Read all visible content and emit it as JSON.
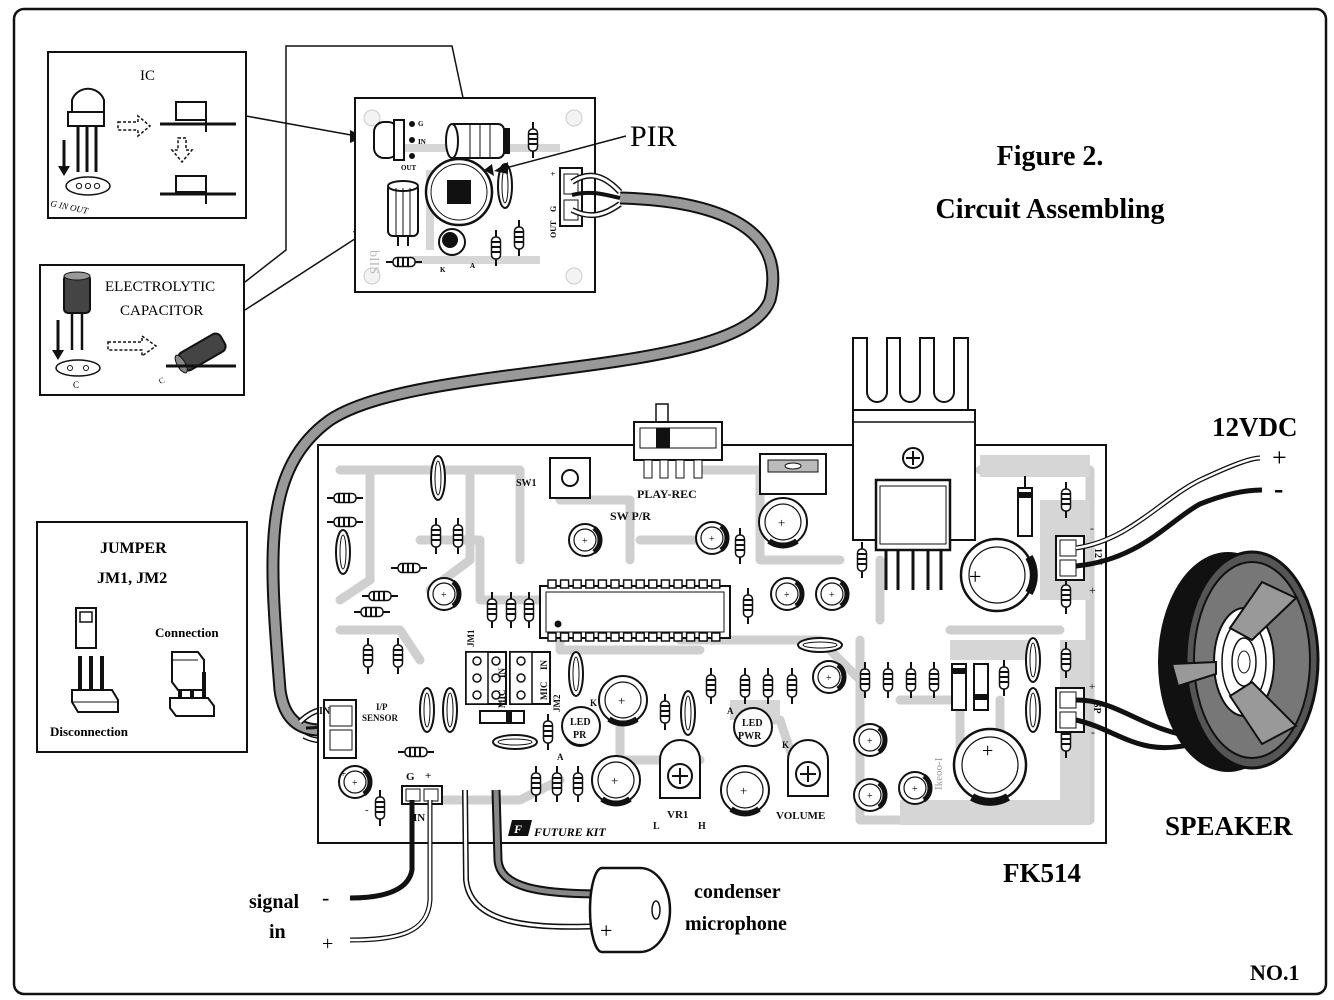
{
  "figure": {
    "title": "Figure 2.",
    "subtitle": "Circuit Assembling",
    "board_name": "FK514",
    "page_number": "NO.1"
  },
  "insets": {
    "ic": {
      "title": "IC",
      "pins": "G IN OUT"
    },
    "capacitor": {
      "title_line1": "ELECTROLYTIC",
      "title_line2": "CAPACITOR",
      "pin": "C"
    },
    "jumper": {
      "title_line1": "JUMPER",
      "title_line2": "JM1, JM2",
      "connection": "Connection",
      "disconnection": "Disconnection"
    }
  },
  "pir_board": {
    "label": "PIR",
    "out": "OUT",
    "g": "G",
    "in": "IN",
    "plus": "+",
    "k": "K",
    "a": "A",
    "brand": "bIIS"
  },
  "power": {
    "label": "12VDC",
    "plus": "+",
    "minus": "-",
    "pcb_label": "12V"
  },
  "speaker": {
    "label": "SPEAKER",
    "pcb_label": "SP"
  },
  "signal": {
    "label_line1": "signal",
    "label_line2": "in",
    "minus": "-",
    "plus": "+",
    "g": "G",
    "in": "IN"
  },
  "microphone": {
    "label_line1": "condenser",
    "label_line2": "microphone",
    "plus": "+"
  },
  "pcb_labels": {
    "sw1": "SW1",
    "play_rec": "PLAY-REC",
    "sw_pr": "SW P/R",
    "input": "IN",
    "ip_sensor_1": "I/P",
    "ip_sensor_2": "SENSOR",
    "jm1": "JM1",
    "jm2": "JM2",
    "mic": "MIC",
    "in": "IN",
    "led_pr_1": "LED",
    "led_pr_2": "PR",
    "led_pwr_1": "LED",
    "led_pwr_2": "PWR",
    "vr1": "VR1",
    "vr_l": "L",
    "vr_h": "H",
    "volume": "VOLUME",
    "future_kit": "FUTURE KIT",
    "k": "K",
    "a": "A",
    "part_code": "Ikeoo-I"
  }
}
